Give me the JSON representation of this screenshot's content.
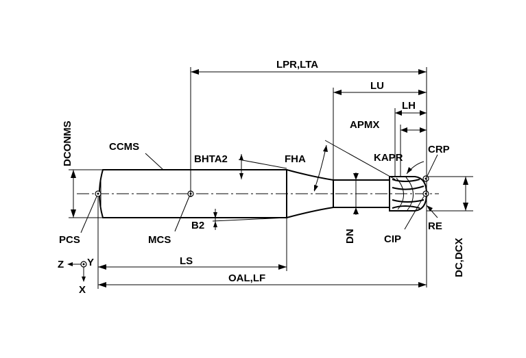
{
  "labels": {
    "lpr_lta": "LPR,LTA",
    "lu": "LU",
    "lh": "LH",
    "apmx": "APMX",
    "dconms": "DCONMS",
    "ccms": "CCMS",
    "bhta2": "BHTA2",
    "fha": "FHA",
    "kapr": "KAPR",
    "crp": "CRP",
    "pcs": "PCS",
    "mcs": "MCS",
    "b2": "B2",
    "dn": "DN",
    "cip": "CIP",
    "re": "RE",
    "dc_dcx": "DC,DCX",
    "ls": "LS",
    "oal_lf": "OAL,LF",
    "axis_z": "Z",
    "axis_y": "Y",
    "axis_x": "X"
  }
}
